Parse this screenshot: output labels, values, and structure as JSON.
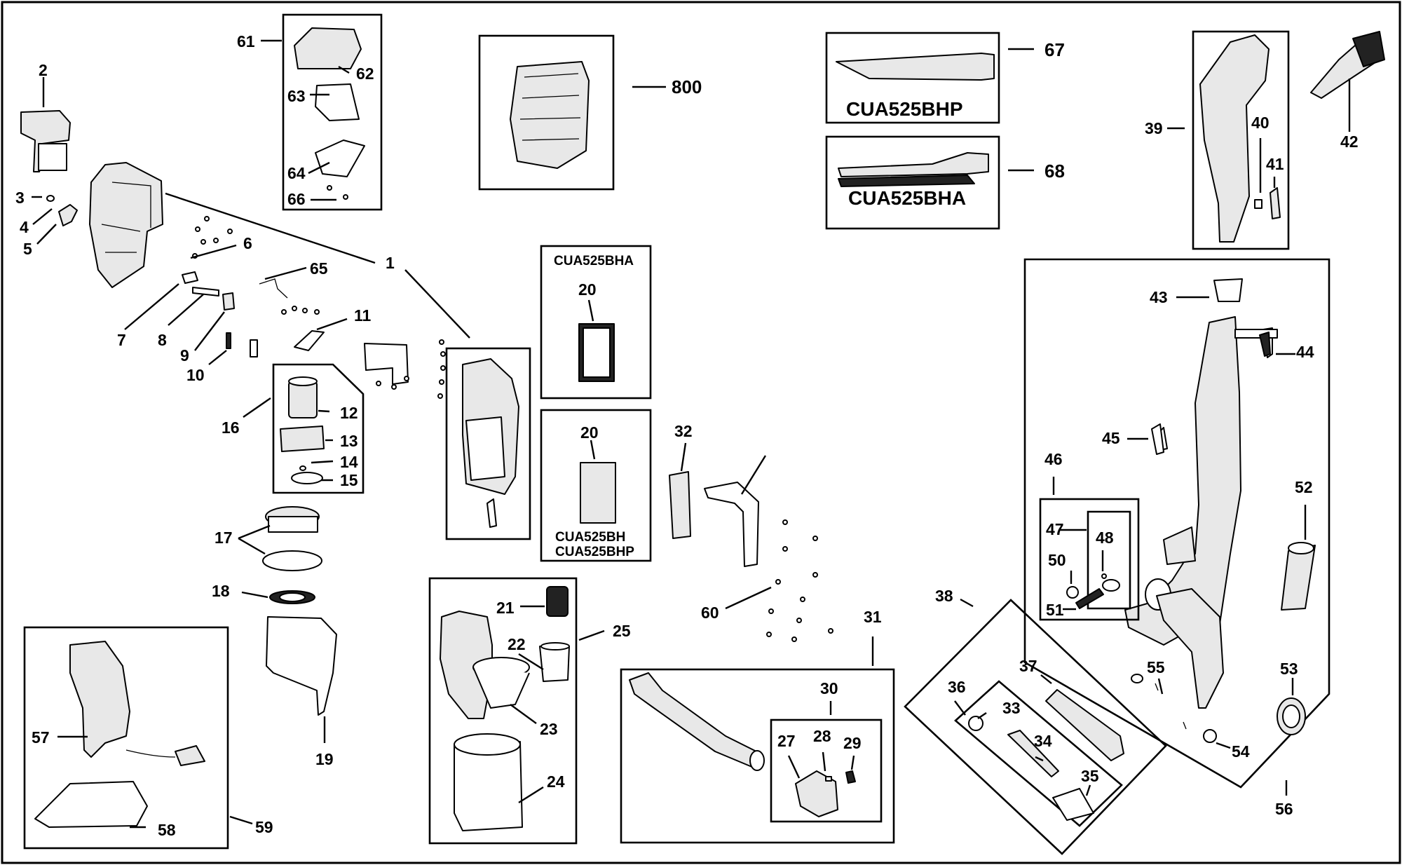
{
  "diagram": {
    "part_numbers": [
      "1",
      "2",
      "3",
      "4",
      "5",
      "6",
      "7",
      "8",
      "9",
      "10",
      "11",
      "12",
      "13",
      "14",
      "15",
      "16",
      "17",
      "18",
      "19",
      "20",
      "21",
      "22",
      "23",
      "24",
      "25",
      "27",
      "28",
      "29",
      "30",
      "31",
      "32",
      "33",
      "34",
      "35",
      "36",
      "37",
      "38",
      "39",
      "40",
      "41",
      "42",
      "43",
      "44",
      "45",
      "46",
      "47",
      "48",
      "50",
      "51",
      "52",
      "53",
      "54",
      "55",
      "56",
      "57",
      "58",
      "59",
      "60",
      "61",
      "62",
      "63",
      "64",
      "65",
      "66",
      "67",
      "68",
      "800"
    ],
    "model_labels": {
      "crevice_tool": "CUA525BHP",
      "upholstery_tool": "CUA525BHA",
      "filter_top": "CUA525BHA",
      "filter_bottom_1": "CUA525BH",
      "filter_bottom_2": "CUA525BHP"
    }
  }
}
